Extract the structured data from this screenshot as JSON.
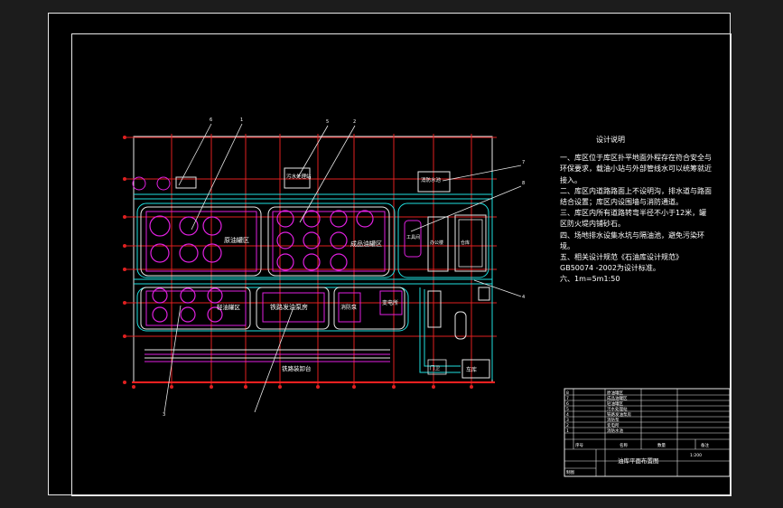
{
  "drawing": {
    "zones": {
      "crude_tank_area": "原油罐区",
      "product_tank_area": "成品油罐区",
      "light_tank_area": "轻油罐区",
      "pump_house": "铁路发油泵房",
      "fire_pump": "消防泵",
      "substation": "变电所",
      "sewage_station": "污水处理站",
      "fire_pool": "消防水池",
      "rail_platform": "铁路装卸台",
      "office": "办公楼",
      "garage": "车库",
      "warehouse": "仓库",
      "tool_room": "工具间",
      "guard": "门卫"
    },
    "callouts": [
      "6",
      "1",
      "5",
      "2",
      "7",
      "8",
      "4",
      "3"
    ],
    "scale_label": "1:200"
  },
  "notes": {
    "title": "设计说明",
    "items": [
      "一、库区位于库区扑平地面外程存在符合安全与环保要求，载油小站与外部管线水可以统筹就近接入。",
      "二、库区内道路路面上不设明沟，排水道与路面结合设置；库区内设围墙与消防通道。",
      "三、库区内所有道路转弯半径不小于12米，罐区防火堤内铺砂石。",
      "四、场地排水设集水坑与隔油池，避免污染环境。",
      "五、相关设计规范《石油库设计规范》",
      "GB50074 -2002为设计标准。",
      "六、1m=5m1:50"
    ]
  },
  "title_block": {
    "rows": [
      "原油罐区",
      "成品油罐区",
      "轻油罐区",
      "污水处理站",
      "铁路发油泵房",
      "消防泵",
      "变电所",
      "消防水池"
    ],
    "row_nums": [
      "8",
      "7",
      "6",
      "5",
      "4",
      "3",
      "2",
      "1"
    ],
    "head": [
      "序号",
      "名称",
      "数量",
      "备注"
    ],
    "drawing_title": "油库平面布置图",
    "scale": "1:200",
    "sign": "制图"
  }
}
